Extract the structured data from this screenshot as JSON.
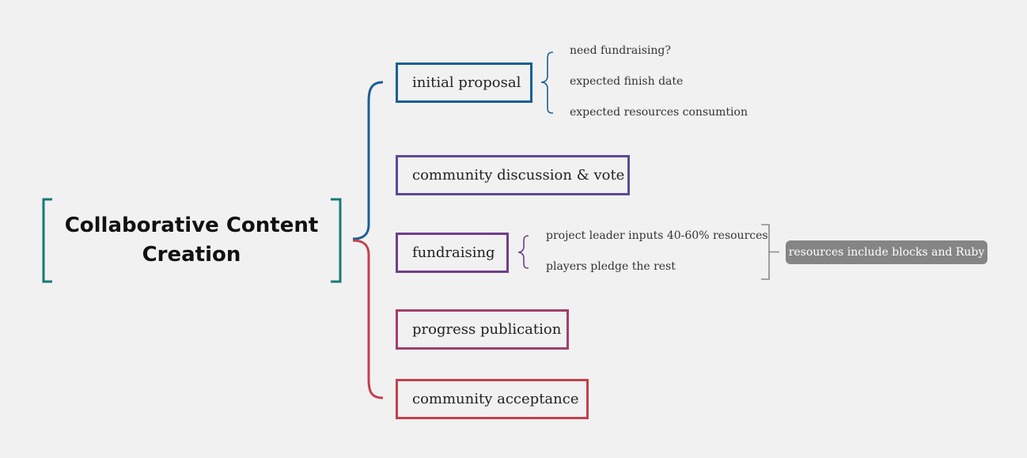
{
  "colors": {
    "background": "#f1f1f1",
    "root_bracket": "#167a78",
    "initial_proposal": "#1a5f96",
    "community_discussion": "#5b4a98",
    "fundraising": "#703d8c",
    "progress_publication": "#a23e6c",
    "community_acceptance": "#c2414c",
    "note_bracket": "#8a8a8a",
    "note_pill": "#858585"
  },
  "root": {
    "title": "Collaborative Content Creation"
  },
  "branches": [
    {
      "label": "initial proposal",
      "color": "#1a5f96",
      "details": [
        "need fundraising?",
        "expected finish date",
        "expected resources consumtion"
      ]
    },
    {
      "label": "community discussion & vote",
      "color": "#5b4a98",
      "details": []
    },
    {
      "label": "fundraising",
      "color": "#703d8c",
      "details": [
        "project leader inputs 40-60% resources",
        "players pledge the rest"
      ],
      "note": "resources include blocks and Ruby"
    },
    {
      "label": "progress publication",
      "color": "#a23e6c",
      "details": []
    },
    {
      "label": "community acceptance",
      "color": "#c2414c",
      "details": []
    }
  ]
}
